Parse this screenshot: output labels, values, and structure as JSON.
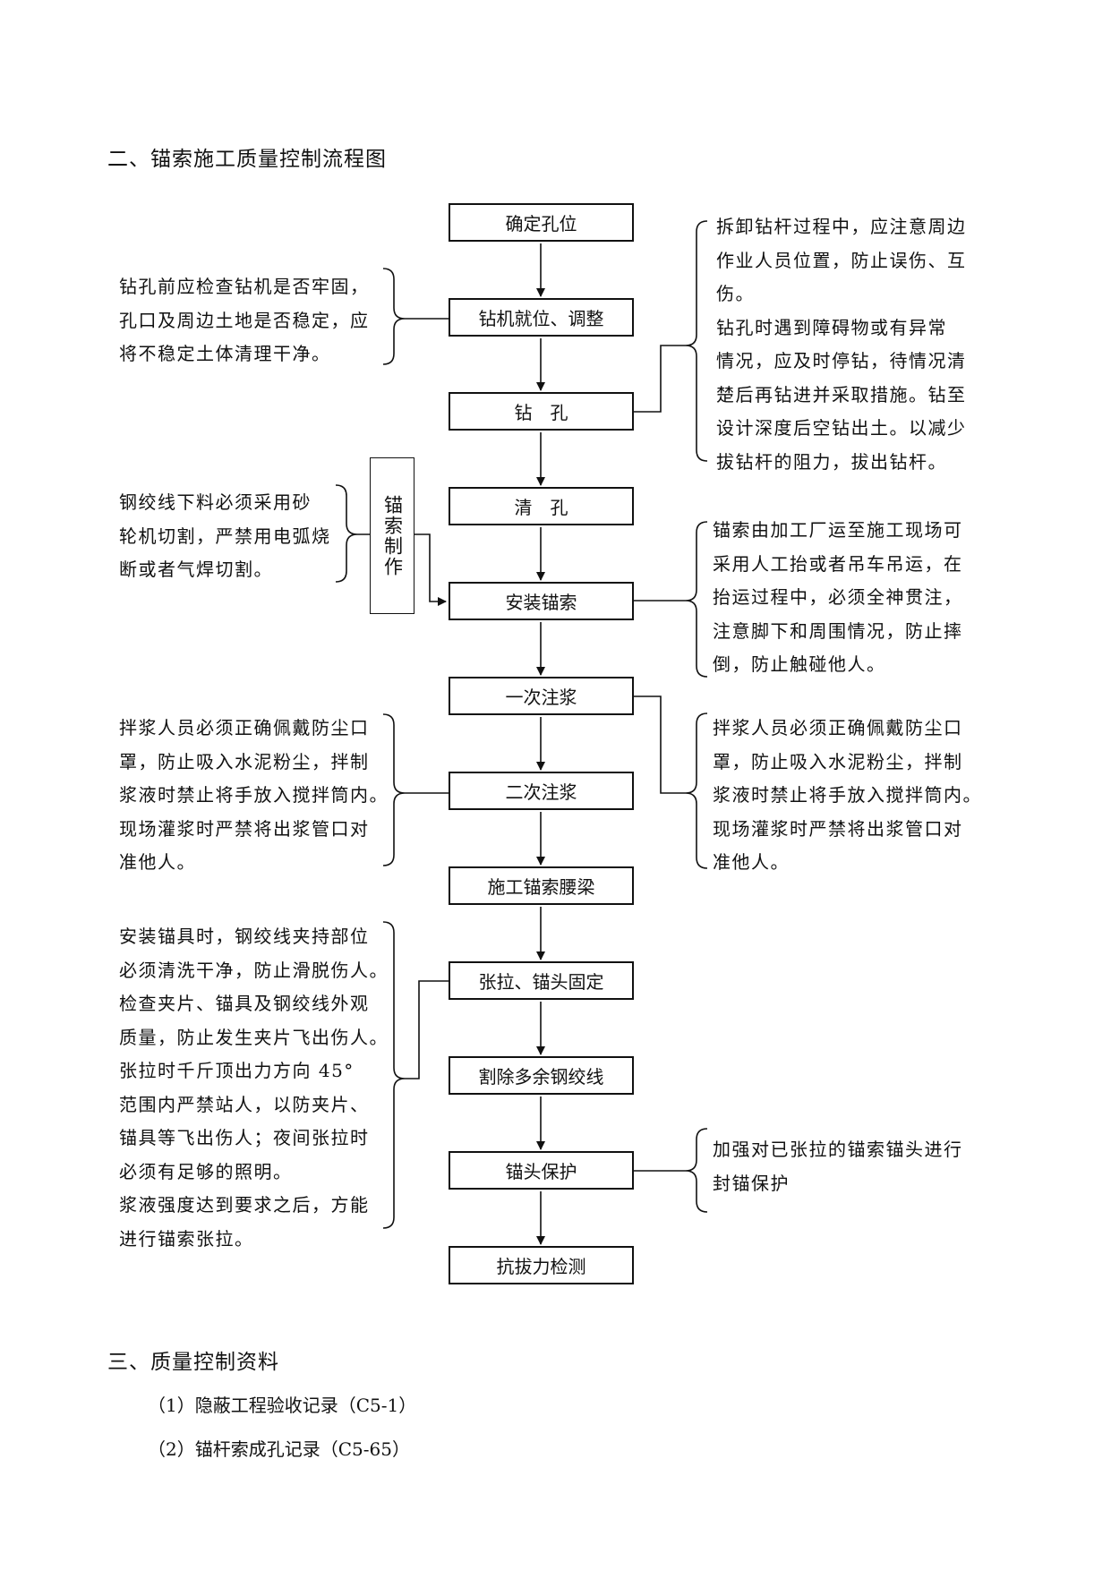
{
  "section2_title": "二、锚索施工质量控制流程图",
  "flow": {
    "steps": [
      "确定孔位",
      "钻机就位、调整",
      "钻　孔",
      "清　孔",
      "安装锚索",
      "一次注浆",
      "二次注浆",
      "施工锚索腰梁",
      "张拉、锚头固定",
      "割除多余钢绞线",
      "锚头保护",
      "抗拔力检测"
    ],
    "side_box": "锚索制作"
  },
  "notes": {
    "left_rig": [
      "钻孔前应检查钻机是否牢固，",
      "孔口及周边土地是否稳定，应",
      "将不稳定土体清理干净。"
    ],
    "right_drill": [
      "拆卸钻杆过程中，应注意周边",
      "作业人员位置，防止误伤、互",
      "伤。",
      "钻孔时遇到障碍物或有异常",
      "情况，应及时停钻，待情况清",
      "楚后再钻进并采取措施。钻至",
      "设计深度后空钻出土。以减少",
      "拔钻杆的阻力，拔出钻杆。"
    ],
    "left_strand": [
      "钢绞线下料必须采用砂",
      "轮机切割，严禁用电弧烧",
      "断或者气焊切割。"
    ],
    "right_install": [
      "锚索由加工厂运至施工现场可",
      "采用人工抬或者吊车吊运，在",
      "抬运过程中，必须全神贯注，",
      "注意脚下和周围情况，防止摔",
      "倒，防止触碰他人。"
    ],
    "left_grout": [
      "拌浆人员必须正确佩戴防尘口",
      "罩，防止吸入水泥粉尘，拌制",
      "浆液时禁止将手放入搅拌筒内。",
      "现场灌浆时严禁将出浆管口对",
      "准他人。"
    ],
    "right_grout": [
      "拌浆人员必须正确佩戴防尘口",
      "罩，防止吸入水泥粉尘，拌制",
      "浆液时禁止将手放入搅拌筒内。",
      "现场灌浆时严禁将出浆管口对",
      "准他人。"
    ],
    "left_tension": [
      "安装锚具时，钢绞线夹持部位",
      "必须清洗干净，防止滑脱伤人。",
      "检查夹片、锚具及钢绞线外观",
      "质量，防止发生夹片飞出伤人。",
      "张拉时千斤顶出力方向 45°",
      "范围内严禁站人，以防夹片、",
      "锚具等飞出伤人；夜间张拉时",
      "必须有足够的照明。",
      "浆液强度达到要求之后，方能",
      "进行锚索张拉。"
    ],
    "right_protect": [
      "加强对已张拉的锚索锚头进行",
      "封锚保护"
    ]
  },
  "section3_title": "三、质量控制资料",
  "section3_items": [
    "（1）隐蔽工程验收记录（C5-1）",
    "（2）锚杆索成孔记录（C5-65）"
  ]
}
